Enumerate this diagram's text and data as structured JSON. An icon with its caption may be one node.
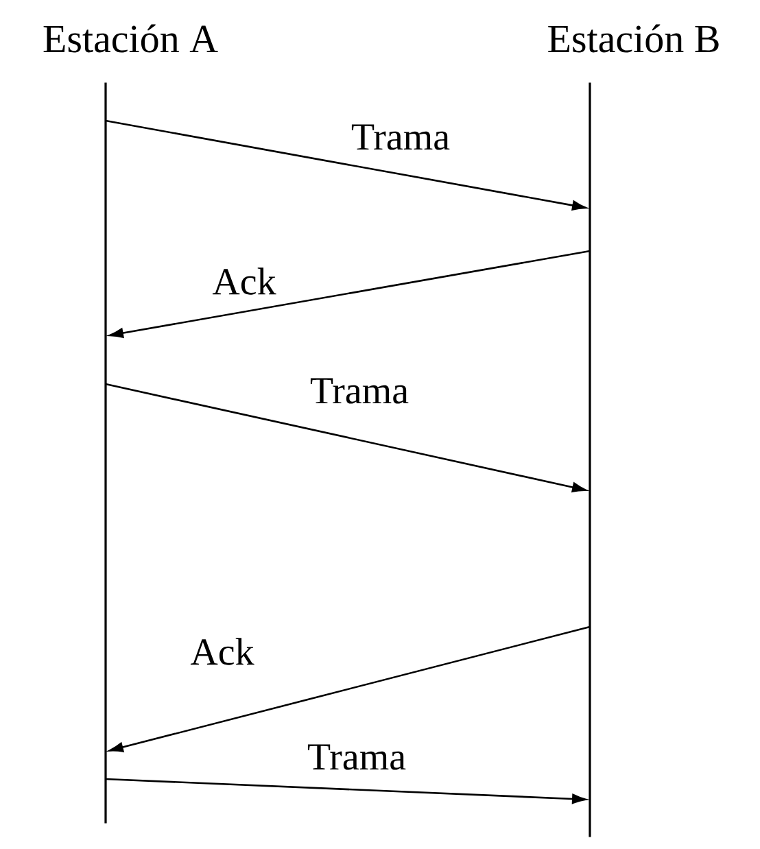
{
  "diagram": {
    "nodes": [
      {
        "text": [
          "Estación A"
        ]
      },
      {
        "text": [
          "Estación B"
        ]
      }
    ],
    "edges": [
      {
        "from": 0,
        "to": 1,
        "arrow": "to",
        "label": "Trama"
      },
      {
        "from": 1,
        "to": 0,
        "arrow": "to",
        "label": "Ack"
      },
      {
        "from": 0,
        "to": 1,
        "arrow": "to",
        "label": "Trama"
      },
      {
        "from": 1,
        "to": 0,
        "arrow": "to",
        "label": "Ack"
      },
      {
        "from": 0,
        "to": 1,
        "arrow": "to",
        "label": "Trama"
      }
    ]
  }
}
